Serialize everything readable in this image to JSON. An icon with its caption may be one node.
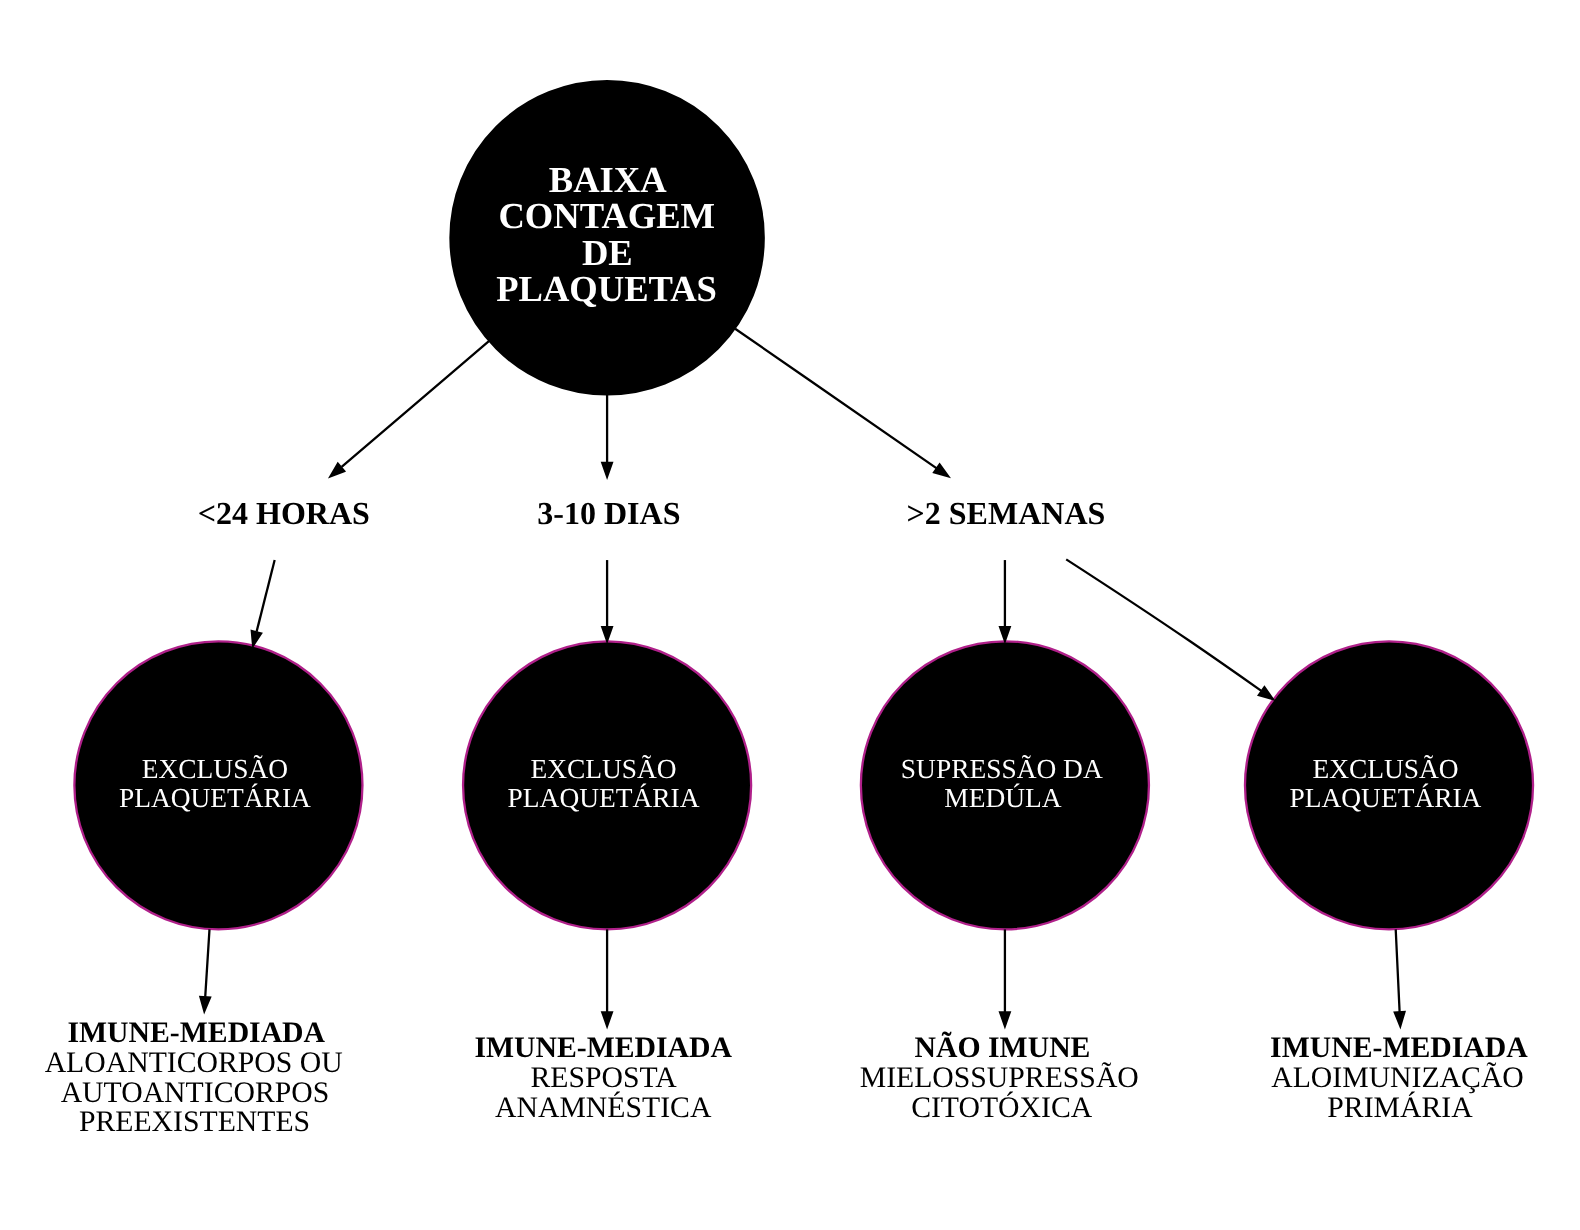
{
  "diagram": {
    "nodes": [
      {
        "text": [
          "BAIXA CONTAGEM DE PLAQUETAS"
        ]
      },
      {
        "text": [
          "<24 HORAS"
        ]
      },
      {
        "text": [
          "3-10 DIAS"
        ]
      },
      {
        "text": [
          ">2 SEMANAS"
        ]
      },
      {
        "text": [
          "EXCLUSÃO PLAQUETÁRIA"
        ]
      },
      {
        "text": [
          "EXCLUSÃO PLAQUETÁRIA"
        ]
      },
      {
        "text": [
          "SUPRESSÃO DA MEDÚLA"
        ]
      },
      {
        "text": [
          "EXCLUSÃO PLAQUETÁRIA"
        ]
      },
      {
        "text": [
          "IMUNE-MEDIADA",
          "ALOANTICORPOS OU AUTOANTICORPOS PREEXISTENTES"
        ]
      },
      {
        "text": [
          "IMUNE-MEDIADA",
          "RESPOSTA ANAMNÉSTICA"
        ]
      },
      {
        "text": [
          "NÃO IMUNE",
          "MIELOSSUPRESSÃO CITOTÓXICA"
        ]
      },
      {
        "text": [
          "IMUNE-MEDIADA",
          "ALOIMUNIZAÇÃO PRIMÁRIA"
        ]
      }
    ],
    "edges": [
      {
        "from": 0,
        "to": 1,
        "arrow": "to"
      },
      {
        "from": 0,
        "to": 2,
        "arrow": "to"
      },
      {
        "from": 0,
        "to": 3,
        "arrow": "to"
      },
      {
        "from": 1,
        "to": 4,
        "arrow": "to"
      },
      {
        "from": 2,
        "to": 5,
        "arrow": "to"
      },
      {
        "from": 3,
        "to": 6,
        "arrow": "to"
      },
      {
        "from": 3,
        "to": 7,
        "arrow": "to"
      },
      {
        "from": 4,
        "to": 8,
        "arrow": "to"
      },
      {
        "from": 5,
        "to": 9,
        "arrow": "to"
      },
      {
        "from": 6,
        "to": 10,
        "arrow": "to"
      },
      {
        "from": 7,
        "to": 11,
        "arrow": "to"
      }
    ]
  }
}
